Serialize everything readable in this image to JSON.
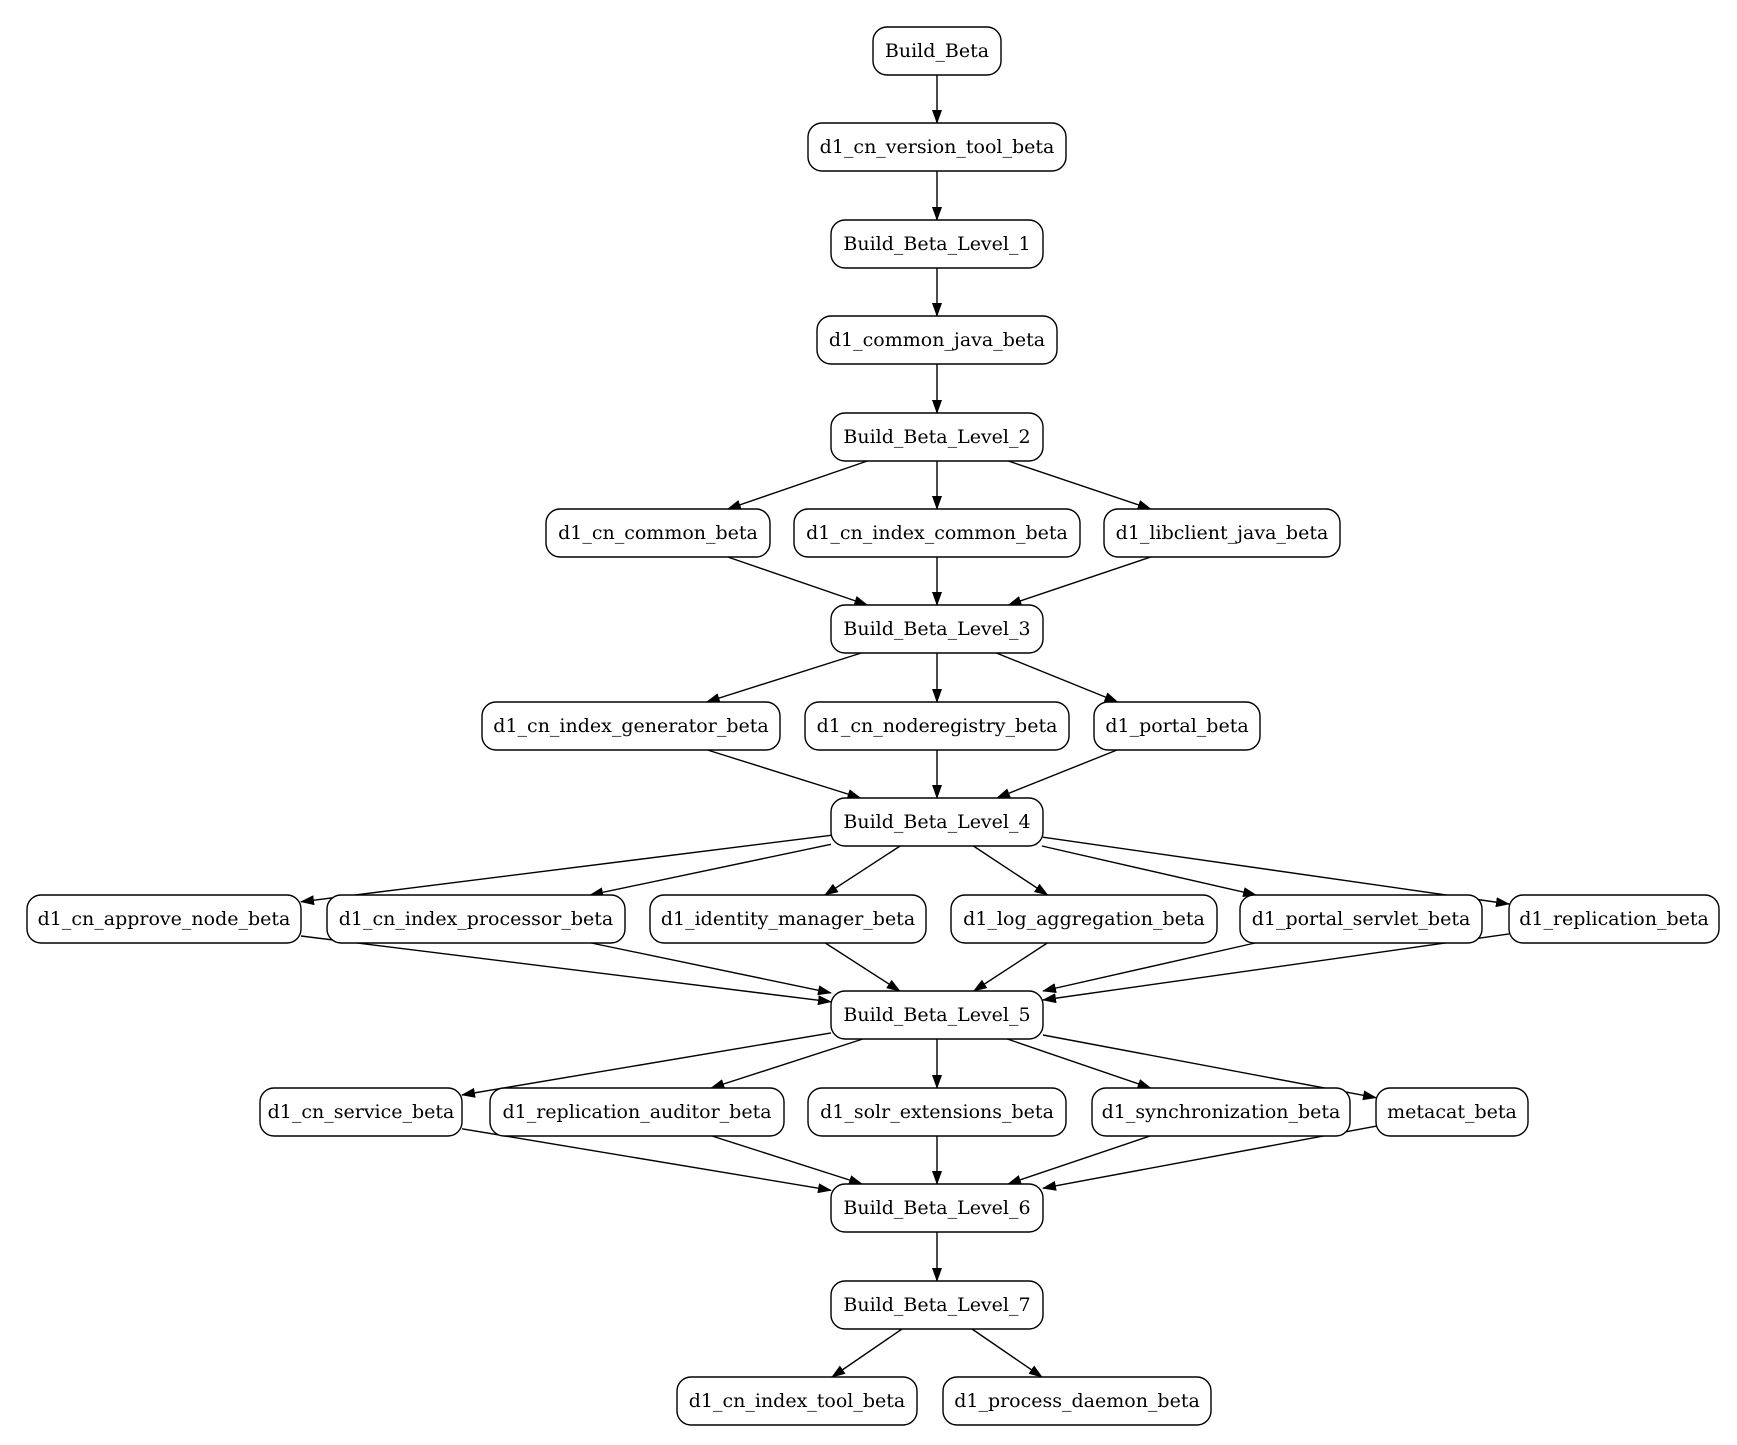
{
  "diagram": {
    "type": "directed-graph",
    "line_color": "#000000",
    "node_fill": "#ffffff",
    "nodes": [
      {
        "id": "build_beta",
        "label": "Build_Beta"
      },
      {
        "id": "cn_version_tool",
        "label": "d1_cn_version_tool_beta"
      },
      {
        "id": "level_1",
        "label": "Build_Beta_Level_1"
      },
      {
        "id": "common_java",
        "label": "d1_common_java_beta"
      },
      {
        "id": "level_2",
        "label": "Build_Beta_Level_2"
      },
      {
        "id": "cn_common",
        "label": "d1_cn_common_beta"
      },
      {
        "id": "cn_index_common",
        "label": "d1_cn_index_common_beta"
      },
      {
        "id": "libclient_java",
        "label": "d1_libclient_java_beta"
      },
      {
        "id": "level_3",
        "label": "Build_Beta_Level_3"
      },
      {
        "id": "cn_index_generator",
        "label": "d1_cn_index_generator_beta"
      },
      {
        "id": "cn_noderegistry",
        "label": "d1_cn_noderegistry_beta"
      },
      {
        "id": "portal",
        "label": "d1_portal_beta"
      },
      {
        "id": "level_4",
        "label": "Build_Beta_Level_4"
      },
      {
        "id": "cn_approve_node",
        "label": "d1_cn_approve_node_beta"
      },
      {
        "id": "cn_index_processor",
        "label": "d1_cn_index_processor_beta"
      },
      {
        "id": "identity_manager",
        "label": "d1_identity_manager_beta"
      },
      {
        "id": "log_aggregation",
        "label": "d1_log_aggregation_beta"
      },
      {
        "id": "portal_servlet",
        "label": "d1_portal_servlet_beta"
      },
      {
        "id": "replication",
        "label": "d1_replication_beta"
      },
      {
        "id": "level_5",
        "label": "Build_Beta_Level_5"
      },
      {
        "id": "cn_service",
        "label": "d1_cn_service_beta"
      },
      {
        "id": "replication_auditor",
        "label": "d1_replication_auditor_beta"
      },
      {
        "id": "solr_extensions",
        "label": "d1_solr_extensions_beta"
      },
      {
        "id": "synchronization",
        "label": "d1_synchronization_beta"
      },
      {
        "id": "metacat",
        "label": "metacat_beta"
      },
      {
        "id": "level_6",
        "label": "Build_Beta_Level_6"
      },
      {
        "id": "level_7",
        "label": "Build_Beta_Level_7"
      },
      {
        "id": "cn_index_tool",
        "label": "d1_cn_index_tool_beta"
      },
      {
        "id": "process_daemon",
        "label": "d1_process_daemon_beta"
      }
    ],
    "edges": [
      [
        "build_beta",
        "cn_version_tool"
      ],
      [
        "cn_version_tool",
        "level_1"
      ],
      [
        "level_1",
        "common_java"
      ],
      [
        "common_java",
        "level_2"
      ],
      [
        "level_2",
        "cn_common"
      ],
      [
        "level_2",
        "cn_index_common"
      ],
      [
        "level_2",
        "libclient_java"
      ],
      [
        "cn_common",
        "level_3"
      ],
      [
        "cn_index_common",
        "level_3"
      ],
      [
        "libclient_java",
        "level_3"
      ],
      [
        "level_3",
        "cn_index_generator"
      ],
      [
        "level_3",
        "cn_noderegistry"
      ],
      [
        "level_3",
        "portal"
      ],
      [
        "cn_index_generator",
        "level_4"
      ],
      [
        "cn_noderegistry",
        "level_4"
      ],
      [
        "portal",
        "level_4"
      ],
      [
        "level_4",
        "cn_approve_node"
      ],
      [
        "level_4",
        "cn_index_processor"
      ],
      [
        "level_4",
        "identity_manager"
      ],
      [
        "level_4",
        "log_aggregation"
      ],
      [
        "level_4",
        "portal_servlet"
      ],
      [
        "level_4",
        "replication"
      ],
      [
        "cn_approve_node",
        "level_5"
      ],
      [
        "cn_index_processor",
        "level_5"
      ],
      [
        "identity_manager",
        "level_5"
      ],
      [
        "log_aggregation",
        "level_5"
      ],
      [
        "portal_servlet",
        "level_5"
      ],
      [
        "replication",
        "level_5"
      ],
      [
        "level_5",
        "cn_service"
      ],
      [
        "level_5",
        "replication_auditor"
      ],
      [
        "level_5",
        "solr_extensions"
      ],
      [
        "level_5",
        "synchronization"
      ],
      [
        "level_5",
        "metacat"
      ],
      [
        "cn_service",
        "level_6"
      ],
      [
        "replication_auditor",
        "level_6"
      ],
      [
        "solr_extensions",
        "level_6"
      ],
      [
        "synchronization",
        "level_6"
      ],
      [
        "metacat",
        "level_6"
      ],
      [
        "level_6",
        "level_7"
      ],
      [
        "level_7",
        "cn_index_tool"
      ],
      [
        "level_7",
        "process_daemon"
      ]
    ]
  }
}
